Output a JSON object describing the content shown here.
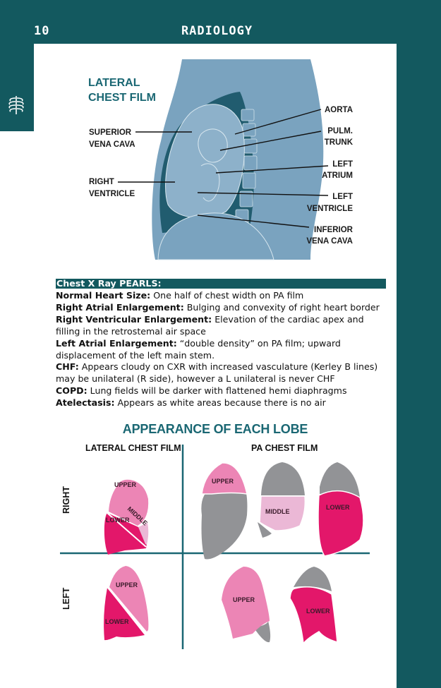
{
  "header": {
    "page_number": "10",
    "section_title": "RADIOLOGY",
    "tab_icon": "ribcage-icon"
  },
  "illustration": {
    "title_line1": "LATERAL",
    "title_line2": "CHEST FILM",
    "labels": {
      "aorta": "AORTA",
      "pulm_trunk_1": "PULM.",
      "pulm_trunk_2": "TRUNK",
      "left_atrium_1": "LEFT",
      "left_atrium_2": "ATRIUM",
      "left_ventricle_1": "LEFT",
      "left_ventricle_2": "VENTRICLE",
      "ivc_1": "INFERIOR",
      "ivc_2": "VENA CAVA",
      "svc_1": "SUPERIOR",
      "svc_2": "VENA CAVA",
      "right_ventricle_1": "RIGHT",
      "right_ventricle_2": "VENTRICLE"
    }
  },
  "pearls": {
    "header": "Chest X Ray PEARLS:",
    "items": [
      {
        "term": "Normal Heart Size:",
        "text": " One half of chest width on PA film"
      },
      {
        "term": "Right Atrial Enlargement:",
        "text": " Bulging and convexity of right heart border"
      },
      {
        "term": "Right Ventricular Enlargement:",
        "text": " Elevation of the cardiac apex and filling in the retrostemal air space"
      },
      {
        "term": "Left Atrial Enlargement:",
        "text": " “double density” on PA film; upward displacement of the left main stem."
      },
      {
        "term": "CHF:",
        "text": " Appears cloudy on CXR with increased vasculature (Kerley B lines) may be unilateral (R side), however a L unilateral is never CHF"
      },
      {
        "term": "COPD:",
        "text": " Lung fields will be darker with flattened hemi diaphragms"
      },
      {
        "term": "Atelectasis:",
        "text": " Appears as white areas because there is no air"
      }
    ]
  },
  "lobes": {
    "title": "APPEARANCE OF EACH LOBE",
    "col_lateral": "LATERAL CHEST FILM",
    "col_pa": "PA CHEST FILM",
    "row_right": "RIGHT",
    "row_left": "LEFT",
    "labels": {
      "upper": "UPPER",
      "middle": "MIDDLE",
      "lower": "LOWER"
    }
  },
  "colors": {
    "teal": "#13595f",
    "title_teal": "#1a6773",
    "upper_pink": "#ec85b5",
    "middle_pink": "#ebb8d6",
    "lower_magenta": "#e3176a",
    "gray": "#929396",
    "illus_light": "#7aa3bf",
    "illus_dark": "#215c6f"
  }
}
